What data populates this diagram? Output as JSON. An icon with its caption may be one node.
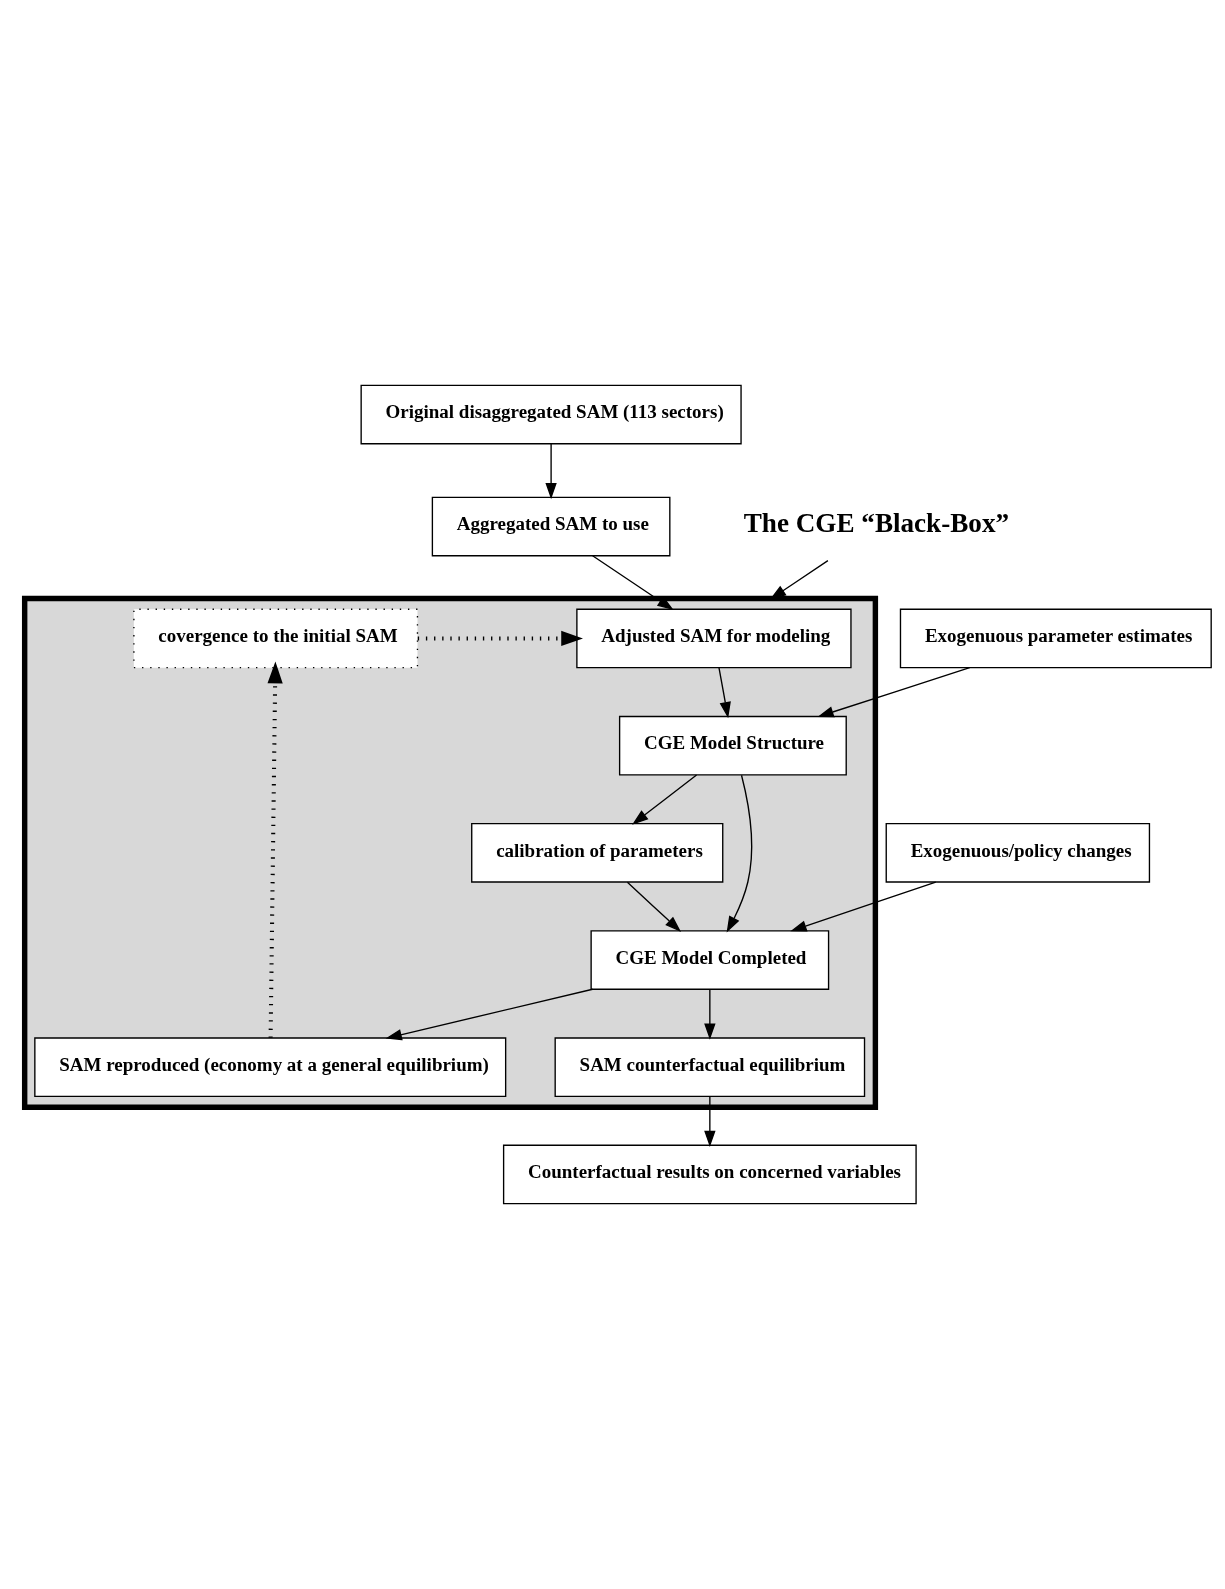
{
  "diagram": {
    "nodes": [
      {
        "text": [
          "Original disaggregated SAM (113 sectors)"
        ]
      },
      {
        "text": [
          "Exogenuous parameter estimates"
        ]
      },
      {
        "text": [
          "Aggregated SAM to use"
        ]
      },
      {
        "text": [
          "The CGE “Black-Box”"
        ]
      },
      {
        "text": [],
        "shape": "box"
      },
      {
        "text": [
          "Adjusted SAM for modeling"
        ],
        "in": 4
      },
      {
        "text": [
          "CGE Model Structure"
        ],
        "in": 4
      },
      {
        "text": [
          "covergence to the initial SAM"
        ],
        "in": 4
      },
      {
        "text": [
          "calibration of parameters"
        ],
        "in": 4
      },
      {
        "text": [
          "Exogenuous/policy changes"
        ]
      },
      {
        "text": [
          "CGE Model Completed"
        ],
        "in": 4
      },
      {
        "text": [
          "SAM reproduced (economy at a general equilibrium)"
        ],
        "in": 4
      },
      {
        "text": [
          "SAM counterfactual equilibrium"
        ],
        "in": 4
      },
      {
        "text": [
          "Counterfactual results on concerned variables"
        ]
      }
    ],
    "edges": [
      {
        "from": 0,
        "to": 2,
        "arrow": "to"
      },
      {
        "from": 2,
        "to": 5,
        "arrow": "to"
      },
      {
        "from": 1,
        "to": 6,
        "arrow": "to"
      },
      {
        "from": 5,
        "to": 6,
        "arrow": "to"
      },
      {
        "from": 6,
        "to": 8,
        "arrow": "to"
      },
      {
        "from": 6,
        "to": 10,
        "arrow": "to"
      },
      {
        "from": 8,
        "to": 10,
        "arrow": "to"
      },
      {
        "from": 9,
        "to": 10,
        "arrow": "to"
      },
      {
        "from": 10,
        "to": 11,
        "arrow": "to"
      },
      {
        "from": 11,
        "to": 7,
        "arrow": "to",
        "style": "dashed"
      },
      {
        "from": 7,
        "to": 5,
        "arrow": "to",
        "style": "dashed"
      },
      {
        "from": 10,
        "to": 12,
        "arrow": "to"
      },
      {
        "from": 12,
        "to": 13,
        "arrow": "to"
      },
      {
        "from": 3,
        "to": 4,
        "arrow": "to"
      }
    ]
  }
}
